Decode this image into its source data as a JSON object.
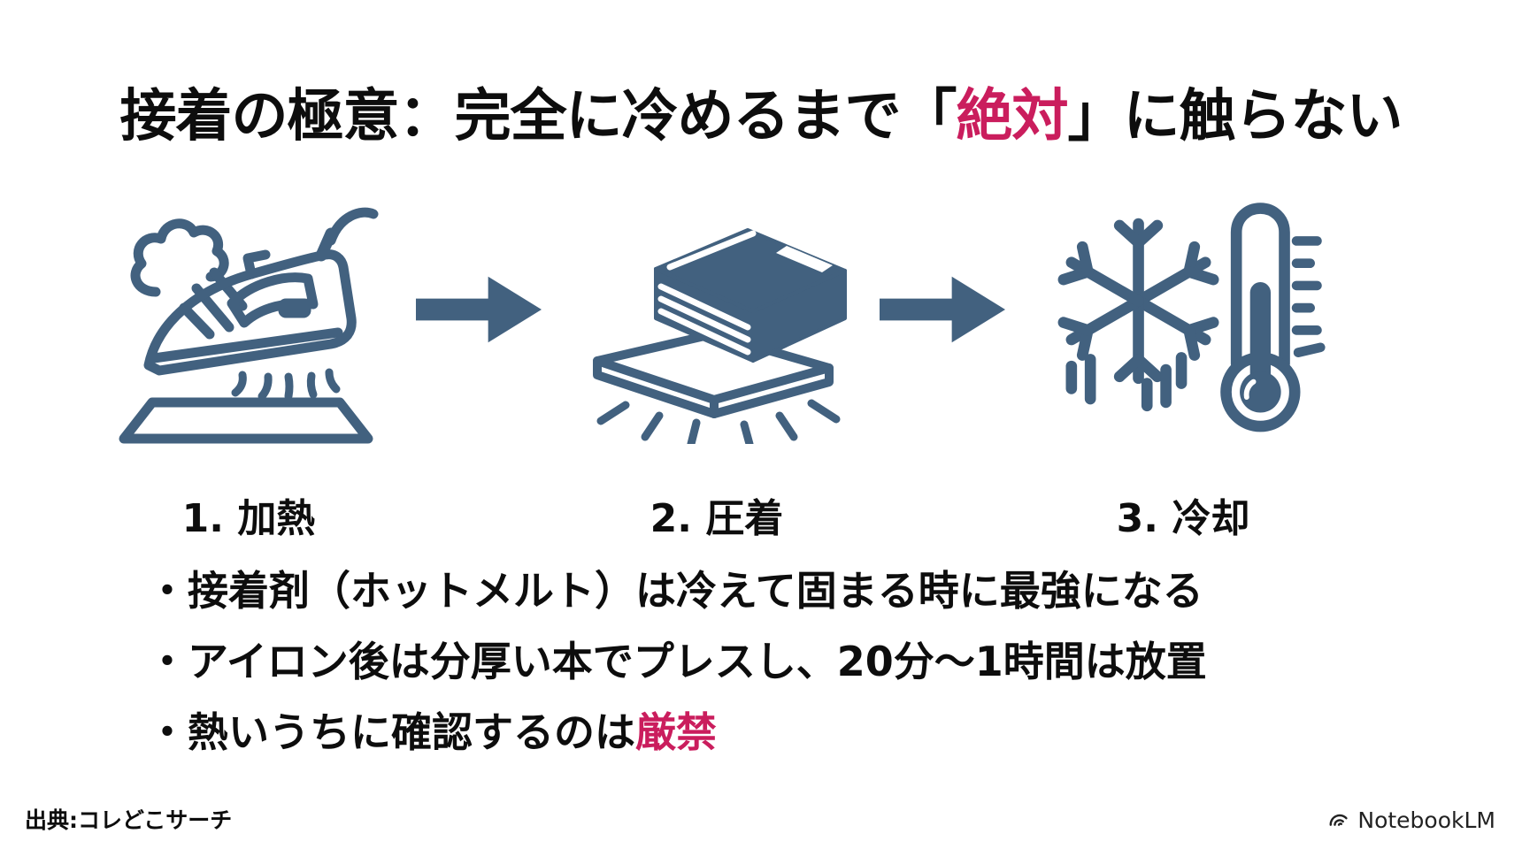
{
  "slide": {
    "title": {
      "prefix": "接着の極意：完全に冷めるまで「",
      "highlight": "絶対",
      "suffix": "」に触らない"
    },
    "steps": [
      {
        "label": "1. 加熱",
        "icon": "iron-steam-icon"
      },
      {
        "label": "2. 圧着",
        "icon": "book-press-icon"
      },
      {
        "label": "3. 冷却",
        "icon": "snowflake-thermometer-icon"
      }
    ],
    "bullets": [
      {
        "prefix": "・接着剤（ホットメルト）は冷えて固まる時に最強になる",
        "highlight": ""
      },
      {
        "prefix": "・アイロン後は分厚い本でプレスし、20分〜1時間は放置",
        "highlight": ""
      },
      {
        "prefix": "・熱いうちに確認するのは",
        "highlight": "厳禁"
      }
    ],
    "footer": {
      "source": "出典:コレどこサーチ",
      "brand": "NotebookLM"
    },
    "colors": {
      "icon_blue": "#42617f",
      "accent_pink": "#ca1d5d",
      "text_black": "#0d0d0d",
      "background": "#ffffff"
    }
  }
}
